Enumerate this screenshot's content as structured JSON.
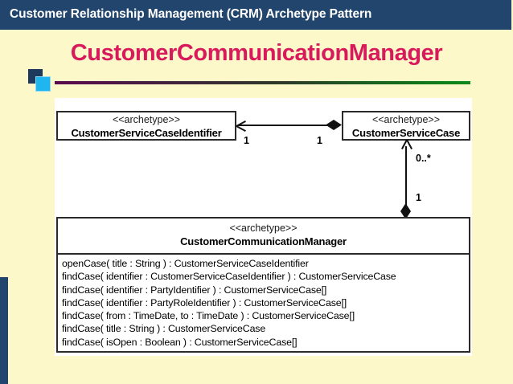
{
  "header": {
    "title": "Customer Relationship Management (CRM) Archetype Pattern",
    "bar_color": "#21456c"
  },
  "slide": {
    "title": "CustomerCommunicationManager",
    "title_color": "#d81a5c",
    "rule_gradient_from": "#5b0a4e",
    "rule_gradient_to": "#0f8a1a",
    "square_dark_color": "#1d3a5c",
    "square_cyan_color": "#1fb6f0",
    "background_color": "#fcf8ca"
  },
  "diagram": {
    "stereotype": "<<archetype>>",
    "classes": {
      "identifier": {
        "stereotype": "<<archetype>>",
        "name": "CustomerServiceCaseIdentifier"
      },
      "service_case": {
        "stereotype": "<<archetype>>",
        "name": "CustomerServiceCase"
      },
      "manager": {
        "stereotype": "<<archetype>>",
        "name": "CustomerCommunicationManager",
        "methods": [
          "openCase( title : String ) : CustomerServiceCaseIdentifier",
          "findCase( identifier : CustomerServiceCaseIdentifier ) : CustomerServiceCase",
          "findCase( identifier : PartyIdentifier ) : CustomerServiceCase[]",
          "findCase( identifier : PartyRoleIdentifier ) : CustomerServiceCase[]",
          "findCase( from : TimeDate, to : TimeDate ) : CustomerServiceCase[]",
          "findCase( title : String ) : CustomerServiceCase",
          "findCase( isOpen : Boolean ) : CustomerServiceCase[]"
        ]
      }
    },
    "multiplicities": {
      "horizontal_left": "1",
      "horizontal_right": "1",
      "vertical_top": "0..*",
      "vertical_bottom": "1"
    }
  }
}
